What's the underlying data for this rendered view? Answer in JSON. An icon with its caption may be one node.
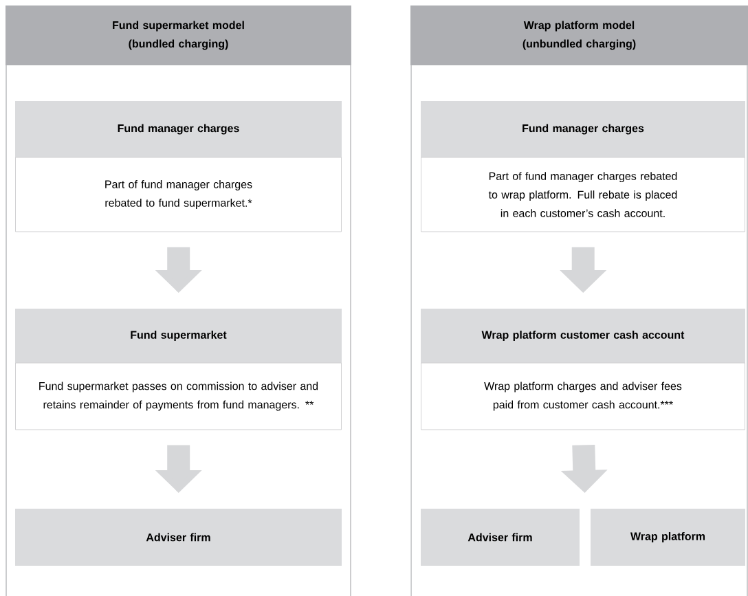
{
  "diagram": {
    "nodes": [
      {
        "text": [
          "Fund supermarket model (bundled charging)"
        ]
      },
      {
        "text": [
          "Fund manager charges",
          "Part of fund manager charges rebated to fund supermarket.*"
        ],
        "in": 0
      },
      {
        "text": [
          "Fund supermarket",
          "Fund supermarket passes on commission to adviser and retains remainder of payments from fund managers. **"
        ],
        "in": 0
      },
      {
        "text": [
          "Adviser firm"
        ],
        "in": 0
      },
      {
        "text": [
          "Wrap platform model (unbundled charging)"
        ]
      },
      {
        "text": [
          "Fund manager charges",
          "Part of fund manager charges rebated to wrap platform. Full rebate is placed in each customer’s cash account."
        ],
        "in": 4
      },
      {
        "text": [
          "Wrap platform customer cash account",
          "Wrap platform charges and adviser fees paid from customer cash account.***"
        ],
        "in": 4
      },
      {
        "text": [
          "Adviser firm"
        ],
        "in": 4
      },
      {
        "text": [
          "Wrap platform"
        ],
        "in": 4
      }
    ],
    "edges": [
      {
        "from": 1,
        "to": 2,
        "arrow": "to"
      },
      {
        "from": 2,
        "to": 3,
        "arrow": "to"
      },
      {
        "from": 5,
        "to": 6,
        "arrow": "to"
      },
      {
        "from": 6,
        "to": 7,
        "arrow": "to"
      },
      {
        "from": 6,
        "to": 8,
        "arrow": "to"
      }
    ]
  }
}
